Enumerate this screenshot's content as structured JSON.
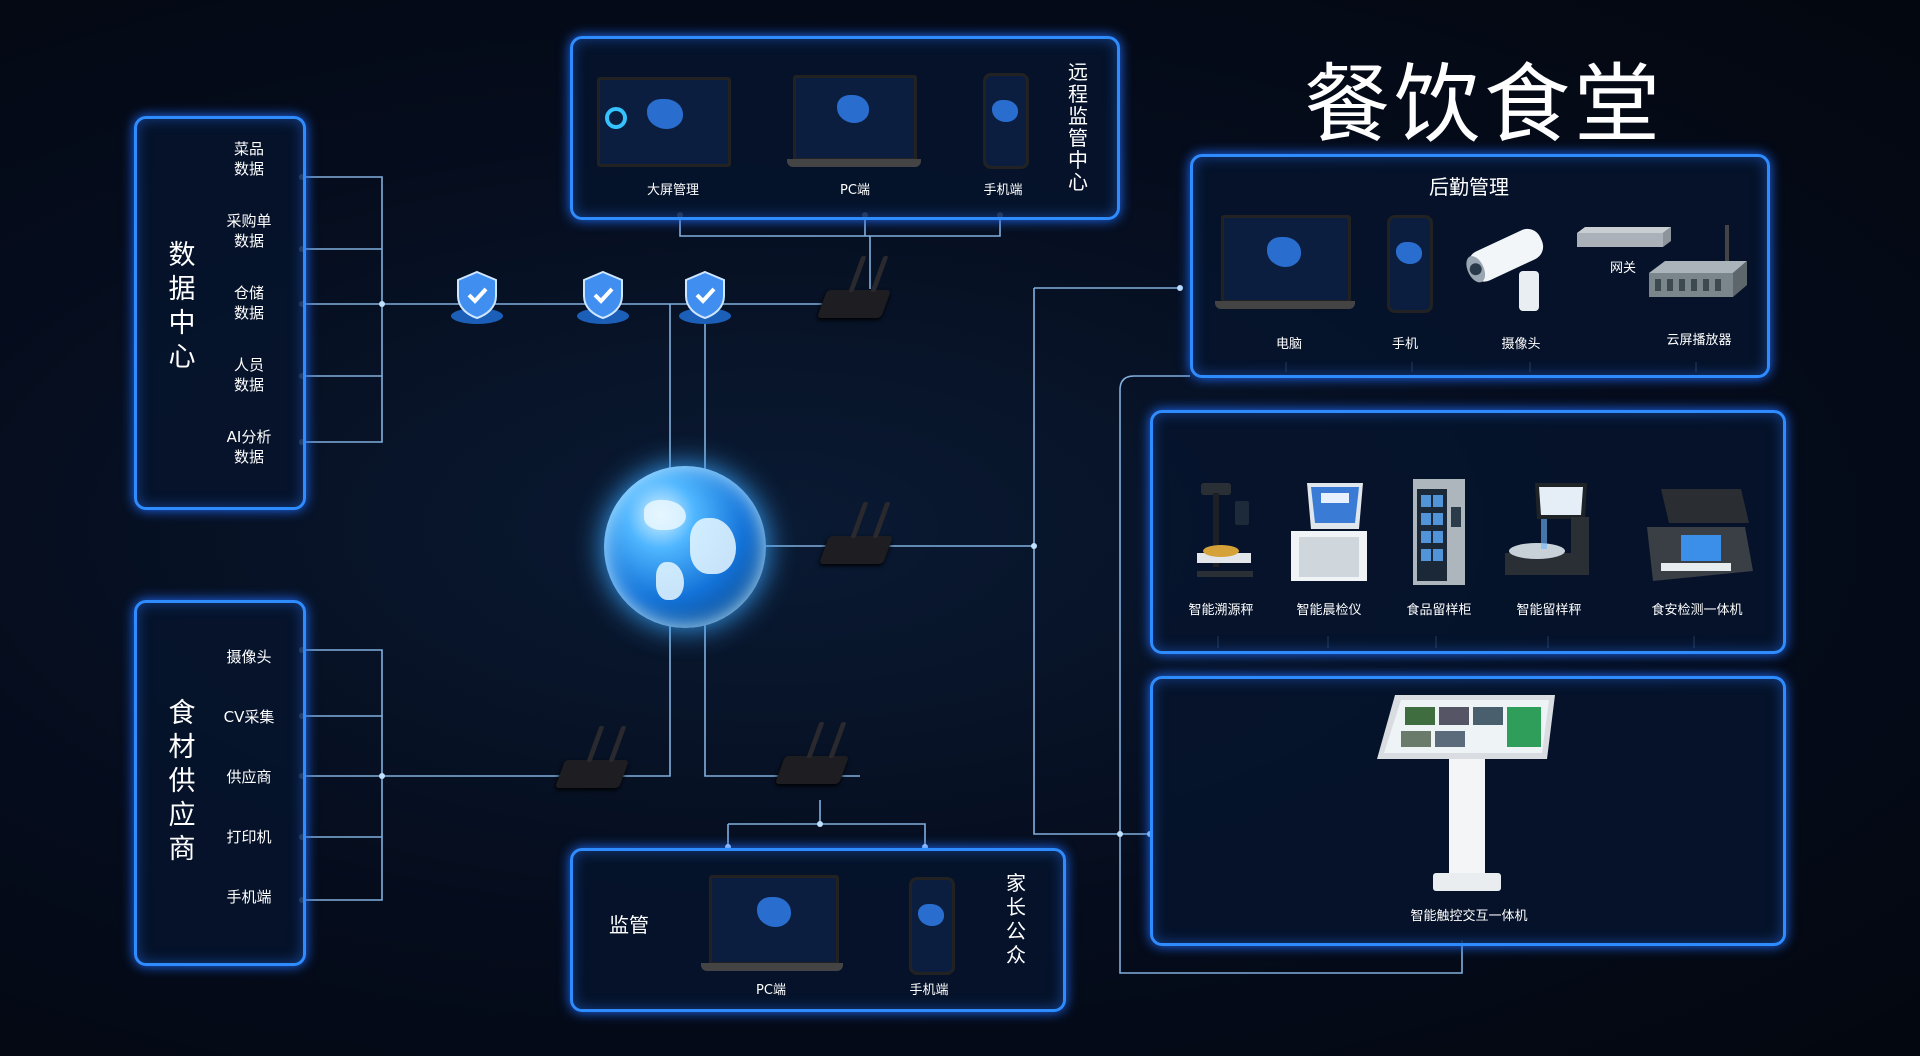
{
  "title": "餐饮食堂",
  "data_center": {
    "title": "数据中心",
    "items": [
      "菜品\n数据",
      "采购单\n数据",
      "仓储\n数据",
      "人员\n数据",
      "AI分析\n数据"
    ]
  },
  "supplier": {
    "title": "食材供应商",
    "items": [
      "摄像头",
      "CV采集",
      "供应商",
      "打印机",
      "手机端"
    ]
  },
  "remote_center": {
    "title": "远程监管中心",
    "devices": [
      "大屏管理",
      "PC端",
      "手机端"
    ]
  },
  "logistics": {
    "title": "后勤管理",
    "devices": [
      "电脑",
      "手机",
      "摄像头",
      "网关",
      "云屏播放器"
    ]
  },
  "smart_devices": {
    "devices": [
      "智能溯源秤",
      "智能晨检仪",
      "食品留样柜",
      "智能留样秤",
      "食安检测一体机"
    ]
  },
  "kiosk": {
    "label": "智能触控交互一体机"
  },
  "supervision": {
    "title": "监管",
    "side_title": "家长 公众",
    "devices": [
      "PC端",
      "手机端"
    ]
  },
  "colors": {
    "accent": "#2f8cff",
    "line": "#7fb6ee",
    "background": "#050c1c"
  }
}
